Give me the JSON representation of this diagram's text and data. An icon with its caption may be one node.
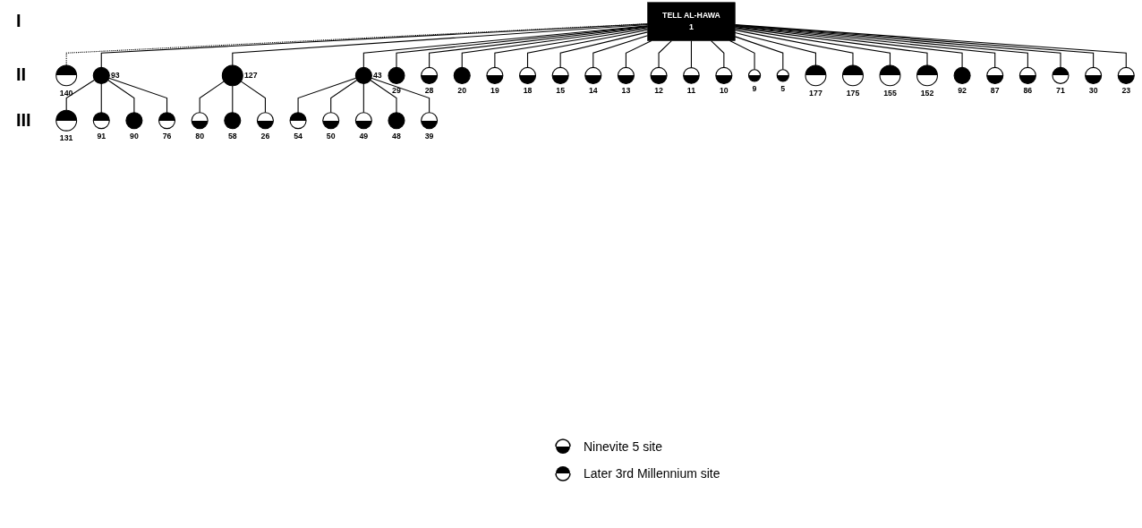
{
  "diagram": {
    "nodes": [
      {
        "text": [
          "TELL AL-HAWA",
          "1"
        ]
      },
      {
        "text": [
          "140"
        ]
      },
      {
        "text": [
          "93"
        ]
      },
      {
        "text": [
          "127"
        ]
      },
      {
        "text": [
          "43"
        ]
      },
      {
        "text": [
          "131"
        ]
      },
      {
        "text": [
          "91"
        ]
      },
      {
        "text": [
          "90"
        ]
      },
      {
        "text": [
          "76"
        ]
      },
      {
        "text": [
          "29"
        ]
      },
      {
        "text": [
          "28"
        ]
      },
      {
        "text": [
          "20"
        ]
      },
      {
        "text": [
          "19"
        ]
      },
      {
        "text": [
          "18"
        ]
      },
      {
        "text": [
          "15"
        ]
      },
      {
        "text": [
          "14"
        ]
      },
      {
        "text": [
          "13"
        ]
      },
      {
        "text": [
          "12"
        ]
      },
      {
        "text": [
          "11"
        ]
      },
      {
        "text": [
          "10"
        ]
      },
      {
        "text": [
          "9"
        ]
      },
      {
        "text": [
          "5"
        ]
      },
      {
        "text": [
          "80"
        ]
      },
      {
        "text": [
          "58"
        ]
      },
      {
        "text": [
          "26"
        ]
      },
      {
        "text": [
          "54"
        ]
      },
      {
        "text": [
          "50"
        ]
      },
      {
        "text": [
          "49"
        ]
      },
      {
        "text": [
          "48"
        ]
      },
      {
        "text": [
          "39"
        ]
      },
      {
        "text": [
          "177"
        ]
      },
      {
        "text": [
          "175"
        ]
      },
      {
        "text": [
          "155"
        ]
      },
      {
        "text": [
          "152"
        ]
      },
      {
        "text": [
          "92"
        ]
      },
      {
        "text": [
          "87"
        ]
      },
      {
        "text": [
          "86"
        ]
      },
      {
        "text": [
          "71"
        ]
      },
      {
        "text": [
          "30"
        ]
      },
      {
        "text": [
          "23"
        ]
      }
    ],
    "edges": [
      {
        "from": 0,
        "to": 1,
        "arrow": "none",
        "style": "dashed"
      },
      {
        "from": 0,
        "to": 2,
        "arrow": "none"
      },
      {
        "from": 0,
        "to": 9,
        "arrow": "none"
      },
      {
        "from": 0,
        "to": 10,
        "arrow": "none"
      },
      {
        "from": 0,
        "to": 11,
        "arrow": "none"
      },
      {
        "from": 0,
        "to": 12,
        "arrow": "none"
      },
      {
        "from": 0,
        "to": 13,
        "arrow": "none"
      },
      {
        "from": 0,
        "to": 14,
        "arrow": "none"
      },
      {
        "from": 0,
        "to": 15,
        "arrow": "none"
      },
      {
        "from": 0,
        "to": 16,
        "arrow": "none"
      },
      {
        "from": 0,
        "to": 17,
        "arrow": "none"
      },
      {
        "from": 0,
        "to": 18,
        "arrow": "none"
      },
      {
        "from": 0,
        "to": 19,
        "arrow": "none"
      },
      {
        "from": 0,
        "to": 20,
        "arrow": "none"
      },
      {
        "from": 0,
        "to": 21,
        "arrow": "none"
      },
      {
        "from": 0,
        "to": 3,
        "arrow": "none"
      },
      {
        "from": 0,
        "to": 4,
        "arrow": "none"
      },
      {
        "from": 0,
        "to": 30,
        "arrow": "none"
      },
      {
        "from": 0,
        "to": 31,
        "arrow": "none"
      },
      {
        "from": 0,
        "to": 32,
        "arrow": "none"
      },
      {
        "from": 0,
        "to": 33,
        "arrow": "none"
      },
      {
        "from": 0,
        "to": 34,
        "arrow": "none"
      },
      {
        "from": 0,
        "to": 35,
        "arrow": "none"
      },
      {
        "from": 0,
        "to": 36,
        "arrow": "none"
      },
      {
        "from": 0,
        "to": 37,
        "arrow": "none"
      },
      {
        "from": 0,
        "to": 38,
        "arrow": "none"
      },
      {
        "from": 0,
        "to": 39,
        "arrow": "none"
      },
      {
        "from": 2,
        "to": 5,
        "arrow": "none"
      },
      {
        "from": 2,
        "to": 6,
        "arrow": "none"
      },
      {
        "from": 2,
        "to": 7,
        "arrow": "none"
      },
      {
        "from": 2,
        "to": 8,
        "arrow": "none"
      },
      {
        "from": 3,
        "to": 22,
        "arrow": "none"
      },
      {
        "from": 3,
        "to": 23,
        "arrow": "none"
      },
      {
        "from": 3,
        "to": 24,
        "arrow": "none"
      },
      {
        "from": 4,
        "to": 25,
        "arrow": "none"
      },
      {
        "from": 4,
        "to": 26,
        "arrow": "none"
      },
      {
        "from": 4,
        "to": 27,
        "arrow": "none"
      },
      {
        "from": 4,
        "to": 28,
        "arrow": "none"
      },
      {
        "from": 4,
        "to": 29,
        "arrow": "none"
      }
    ],
    "labels": [
      "I",
      "II",
      "III"
    ],
    "legend": [
      {
        "text": "Ninevite 5 site"
      },
      {
        "text": "Later 3rd Millennium site"
      }
    ]
  }
}
